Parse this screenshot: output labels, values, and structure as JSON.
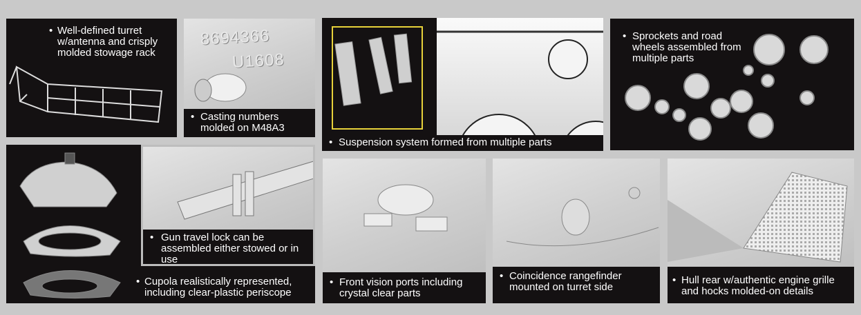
{
  "panels": [
    {
      "caption": "Well-defined turret w/antenna and crisply molded stowage rack"
    },
    {
      "caption": "Casting numbers molded on M48A3",
      "casting_numbers": [
        "8694366",
        "U1608"
      ]
    },
    {
      "caption": "Suspension system formed from multiple parts"
    },
    {
      "caption": "Sprockets and road wheels assembled from multiple parts"
    },
    {
      "caption": "Cupola realistically represented, including clear-plastic periscope"
    },
    {
      "caption": "Gun travel lock can be assembled either stowed or in use"
    },
    {
      "caption": "Front vision ports including crystal clear parts"
    },
    {
      "caption": "Coincidence rangefinder mounted on turret side"
    },
    {
      "caption": "Hull rear w/authentic engine grille and hocks molded-on details"
    }
  ],
  "bullet": "•",
  "colors": {
    "background": "#c9c9c9",
    "panel": "#141112",
    "highlight": "#e8d23a"
  }
}
